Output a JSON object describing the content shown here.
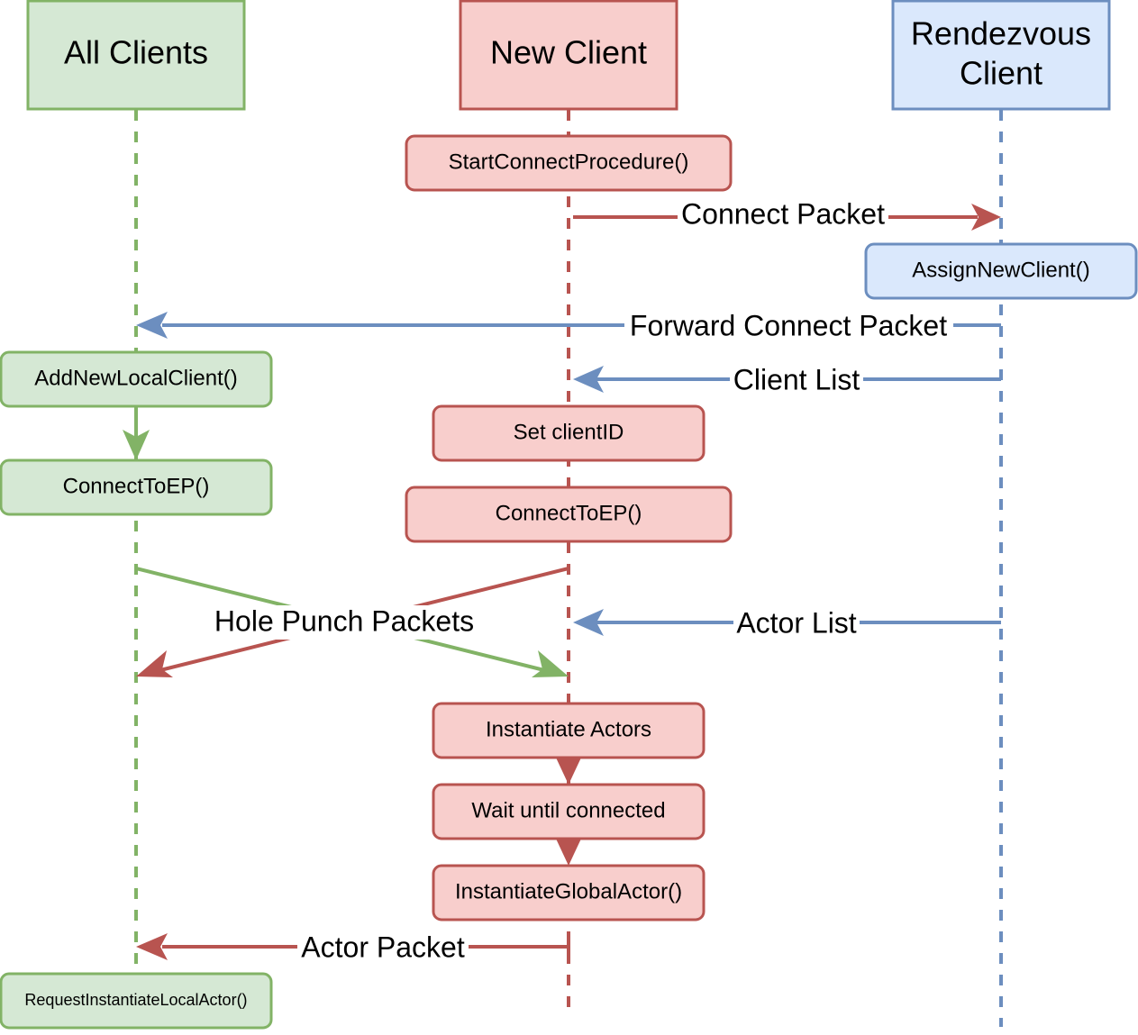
{
  "colors": {
    "green_fill": "#d5e8d4",
    "green_stroke": "#82b366",
    "red_fill": "#f8cecc",
    "red_stroke": "#b85450",
    "blue_fill": "#dae8fc",
    "blue_stroke": "#6c8ebf"
  },
  "lanes": {
    "all_clients": "All Clients",
    "new_client": "New Client",
    "rendezvous_line1": "Rendezvous",
    "rendezvous_line2": "Client"
  },
  "steps": {
    "start_connect_procedure": "StartConnectProcedure()",
    "assign_new_client": "AssignNewClient()",
    "add_new_local_client": "AddNewLocalClient()",
    "connect_to_ep_all": "ConnectToEP()",
    "set_client_id": "Set clientID",
    "connect_to_ep_new": "ConnectToEP()",
    "instantiate_actors": "Instantiate Actors",
    "wait_until_connected": "Wait until connected",
    "instantiate_global_actor": "InstantiateGlobalActor()",
    "request_instantiate_local_actor": "RequestInstantiateLocalActor()"
  },
  "messages": {
    "connect_packet": "Connect Packet",
    "forward_connect_packet": "Forward Connect Packet",
    "client_list": "Client List",
    "hole_punch_packets": "Hole Punch Packets",
    "actor_list": "Actor List",
    "actor_packet": "Actor Packet"
  }
}
